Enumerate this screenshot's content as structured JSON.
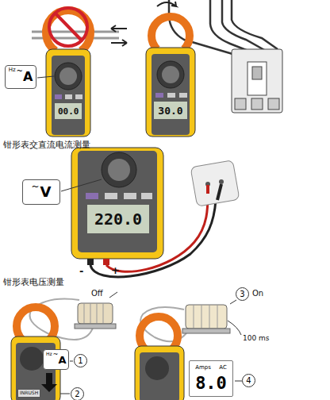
{
  "diagram": {
    "nodes": [
      {
        "text": [
          "Hz",
          "~",
          "A"
        ]
      },
      {
        "text": [
          "00.0"
        ]
      },
      {
        "text": [
          "30.0"
        ]
      },
      {
        "text": [
          "~",
          "V"
        ]
      },
      {
        "text": [
          "220.0"
        ]
      },
      {
        "text": [
          "Hz",
          "~",
          "A"
        ]
      },
      {
        "text": [
          "1"
        ]
      },
      {
        "text": [
          "2"
        ]
      },
      {
        "text": [
          "3"
        ]
      },
      {
        "text": [
          "Amps",
          "AC",
          "8.0"
        ]
      },
      {
        "text": [
          "4"
        ]
      }
    ],
    "labels": [
      "钳形表交直流电流测量",
      "钳形表电压测量",
      "-",
      "+",
      "Off",
      "On",
      "100 ms",
      "INRUSH"
    ]
  }
}
